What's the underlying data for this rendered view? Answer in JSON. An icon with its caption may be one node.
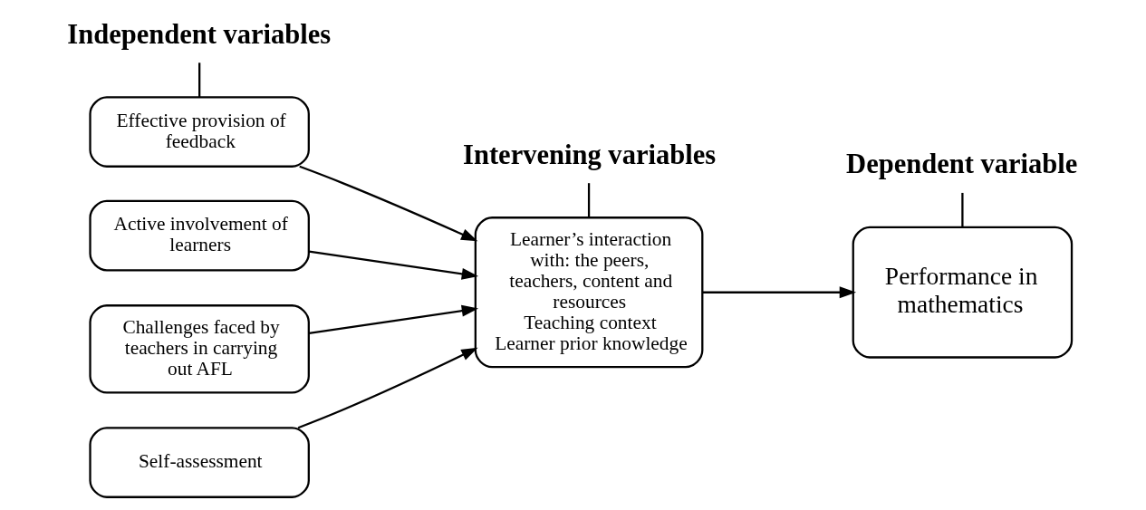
{
  "diagram": {
    "nodes": [
      {
        "text": [
          "Independent variables"
        ]
      },
      {
        "text": [
          "Intervening variables"
        ]
      },
      {
        "text": [
          "Dependent variable"
        ]
      },
      {
        "text": [
          "Effective provision of feedback"
        ]
      },
      {
        "text": [
          "Active involvement of learners"
        ]
      },
      {
        "text": [
          "Challenges faced by teachers in carrying out AFL"
        ]
      },
      {
        "text": [
          "Self-assessment"
        ]
      },
      {
        "text": [
          "Learner’s interaction with: the peers, teachers, content and resources",
          "Teaching context",
          "Learner prior knowledge"
        ]
      },
      {
        "text": [
          "Performance in mathematics"
        ]
      }
    ],
    "edges": [
      {
        "from": 0,
        "to": 3,
        "arrow": "none"
      },
      {
        "from": 1,
        "to": 7,
        "arrow": "none"
      },
      {
        "from": 2,
        "to": 8,
        "arrow": "none"
      },
      {
        "from": 3,
        "to": 7,
        "arrow": "to"
      },
      {
        "from": 4,
        "to": 7,
        "arrow": "to"
      },
      {
        "from": 5,
        "to": 7,
        "arrow": "to"
      },
      {
        "from": 6,
        "to": 7,
        "arrow": "to"
      },
      {
        "from": 7,
        "to": 8,
        "arrow": "to"
      }
    ]
  }
}
